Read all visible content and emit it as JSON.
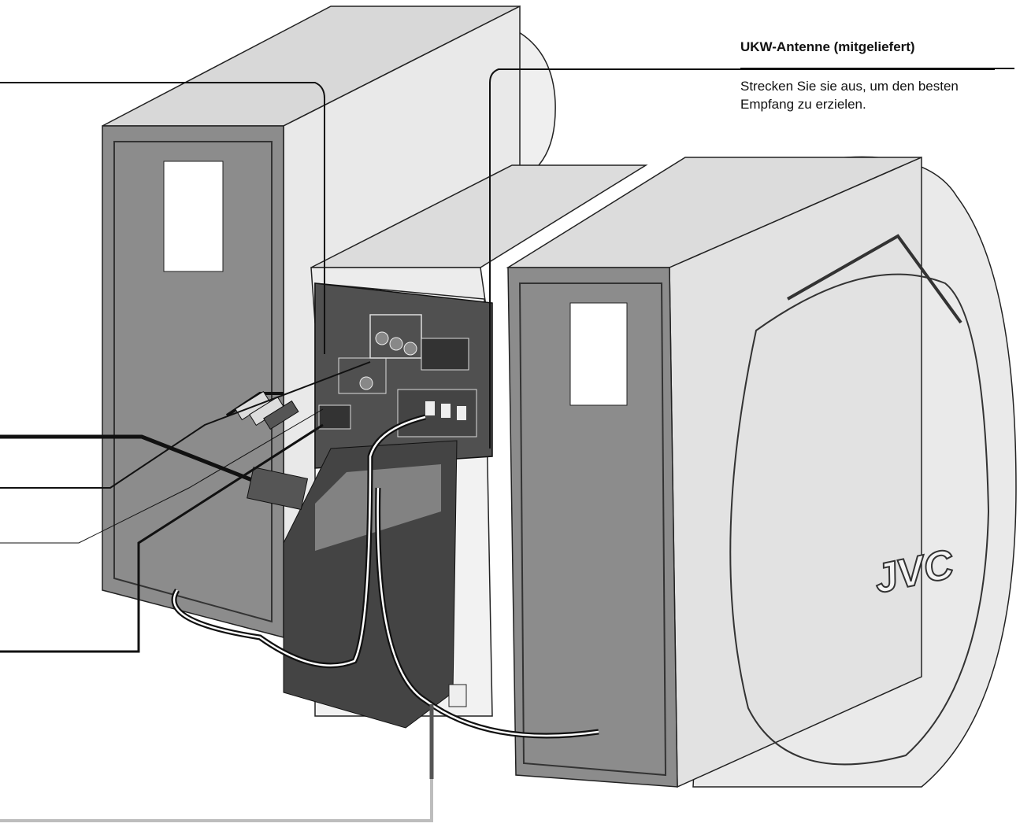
{
  "callout": {
    "title": "UKW-Antenne (mitgeliefert)",
    "description": "Strecken Sie sie aus, um den besten Empfang zu erzielen."
  },
  "brand_logo": "JVC",
  "colors": {
    "speaker_front": "#909090",
    "speaker_side": "#e8e8e8",
    "speaker_top": "#d8d8d8",
    "panel": "#4a4a4a",
    "leader": "#111111",
    "power_leader": "#bdbdbd"
  }
}
